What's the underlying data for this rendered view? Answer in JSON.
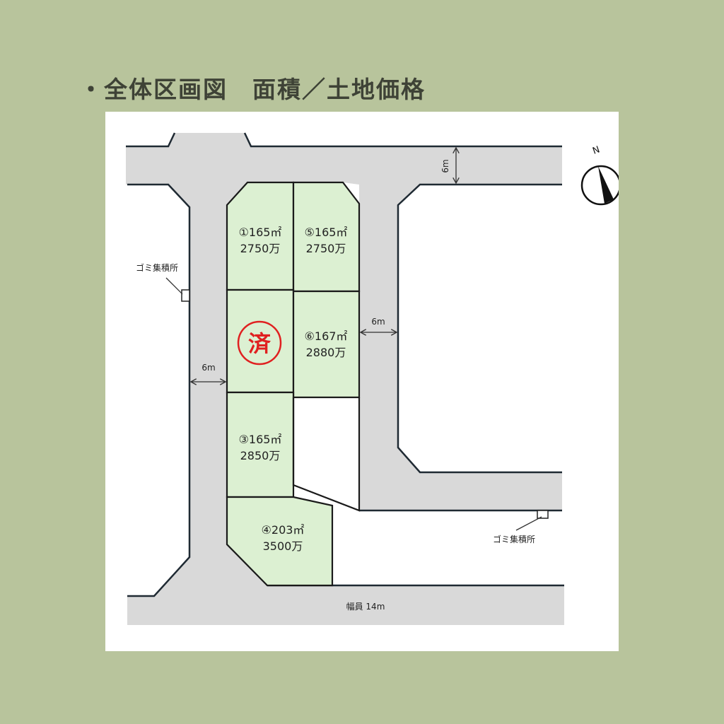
{
  "title": "・全体区画図　面積／土地価格",
  "lots": [
    {
      "id": "lot-1",
      "area": "①165㎡",
      "price": "2750万"
    },
    {
      "id": "lot-5",
      "area": "⑤165㎡",
      "price": "2750万"
    },
    {
      "id": "lot-2",
      "sold_mark": "済"
    },
    {
      "id": "lot-6",
      "area": "⑥167㎡",
      "price": "2880万"
    },
    {
      "id": "lot-3",
      "area": "③165㎡",
      "price": "2850万"
    },
    {
      "id": "lot-4",
      "area": "④203㎡",
      "price": "3500万"
    }
  ],
  "dimensions": {
    "top_road": "6m",
    "right_road": "6m",
    "left_road": "6m",
    "bottom_road": "幅員 14m"
  },
  "garbage_label_left": "ゴミ集積所",
  "garbage_label_right": "ゴミ集積所",
  "compass": "N",
  "colors": {
    "background": "#b8c49c",
    "lot": "#dcf0d2",
    "road": "#d9d9d9",
    "sold": "#e02020"
  }
}
